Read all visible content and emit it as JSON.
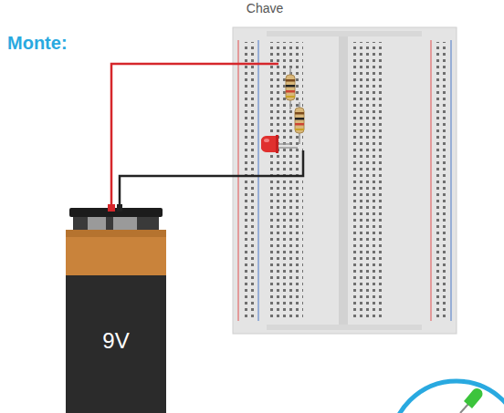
{
  "diagram": {
    "labels": [
      "Chave",
      "Monte:",
      "9V"
    ]
  }
}
